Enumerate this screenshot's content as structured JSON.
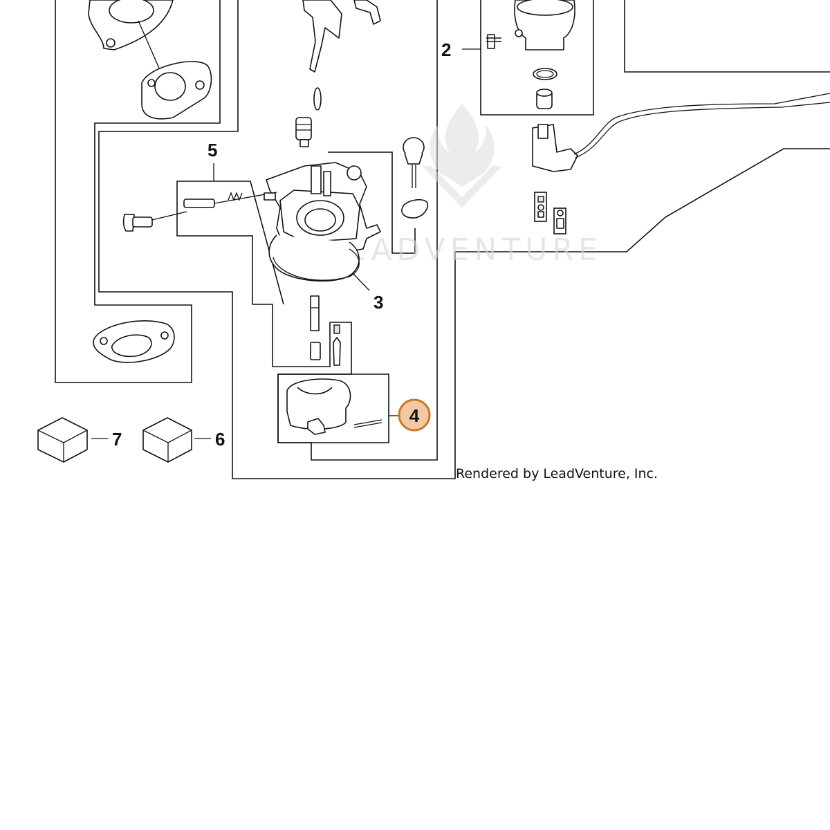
{
  "callouts": [
    {
      "id": "2",
      "label": "2"
    },
    {
      "id": "3",
      "label": "3"
    },
    {
      "id": "4",
      "label": "4",
      "highlighted": true
    },
    {
      "id": "5",
      "label": "5"
    },
    {
      "id": "6",
      "label": "6"
    },
    {
      "id": "7",
      "label": "7"
    }
  ],
  "credit": "Rendered by LeadVenture, Inc.",
  "watermark": "LEADVENTURE",
  "colors": {
    "line": "#111111",
    "highlight_fill": "#f2c9a4",
    "highlight_stroke": "#c8782e",
    "watermark": "#d6d6d6"
  }
}
